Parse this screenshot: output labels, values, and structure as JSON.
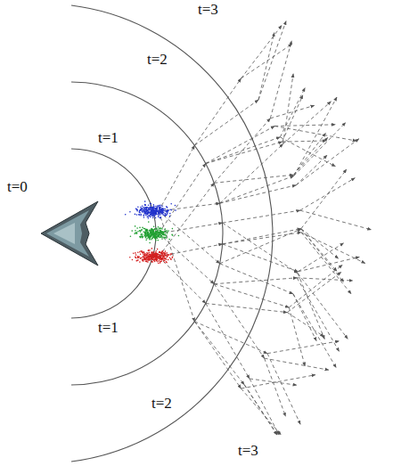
{
  "diagram": {
    "labels": [
      "t=3",
      "t=2",
      "t=1",
      "t=0",
      "t=1",
      "t=2",
      "t=3"
    ]
  }
}
